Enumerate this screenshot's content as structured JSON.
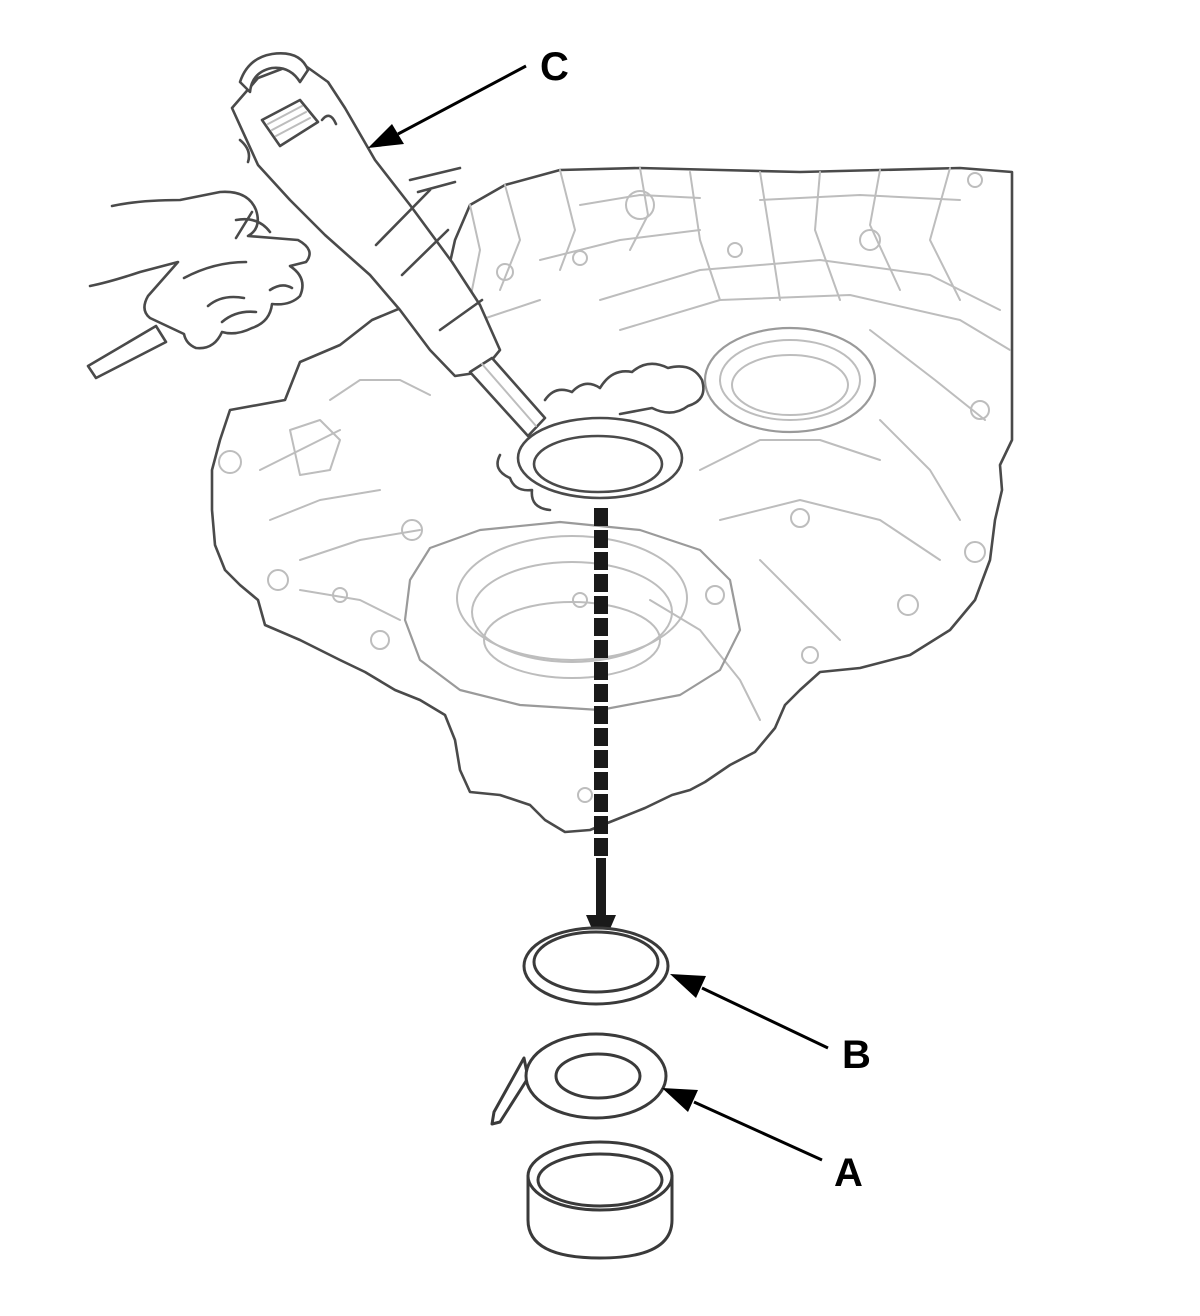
{
  "callouts": {
    "A": "A",
    "B": "B",
    "C": "C"
  },
  "colors": {
    "line": "#3a3a3a",
    "light_line": "#bdbdbd",
    "label": "#000000",
    "background": "#ffffff"
  }
}
